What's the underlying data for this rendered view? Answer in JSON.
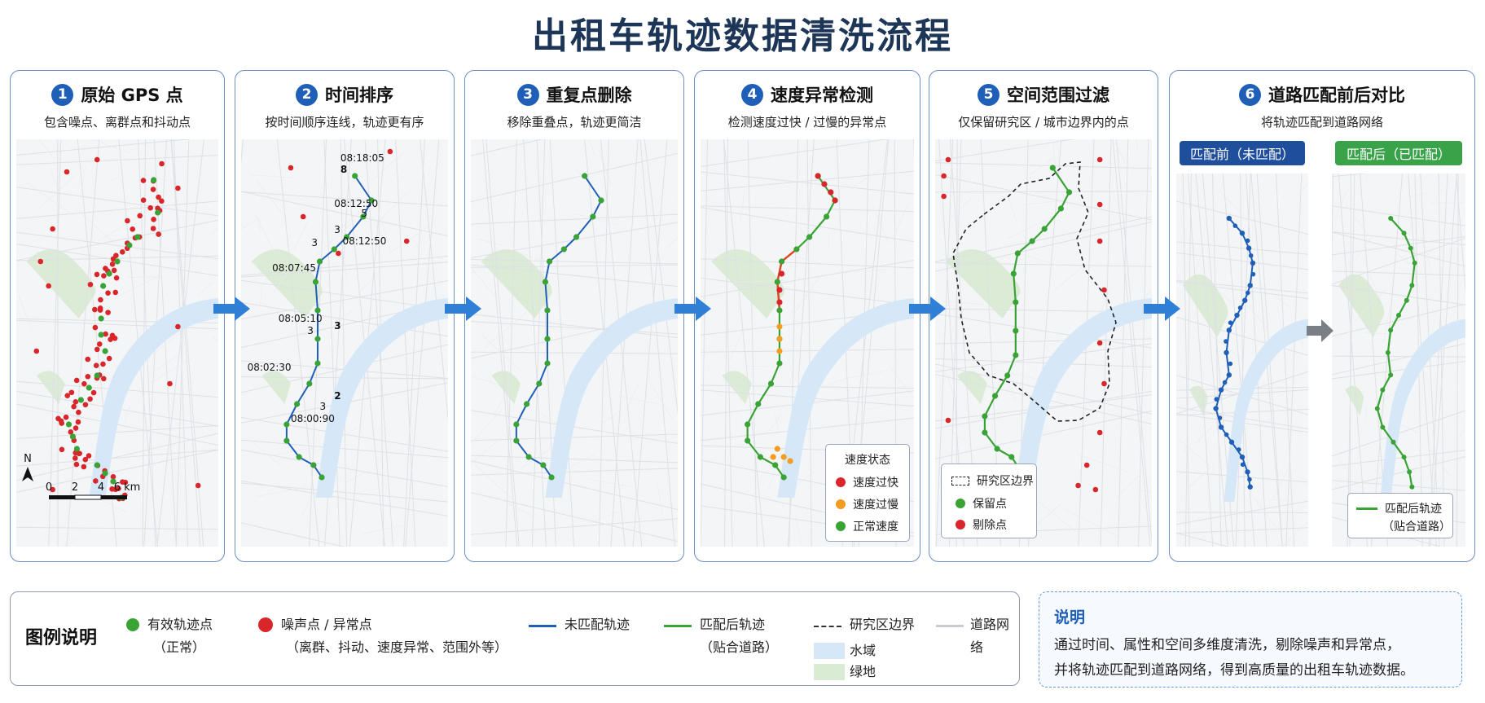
{
  "title": "出租车轨迹数据清洗流程",
  "steps": [
    {
      "num": "1",
      "title": "原始 GPS 点",
      "subtitle": "包含噪点、离群点和抖动点"
    },
    {
      "num": "2",
      "title": "时间排序",
      "subtitle": "按时间顺序连线，轨迹更有序"
    },
    {
      "num": "3",
      "title": "重复点删除",
      "subtitle": "移除重叠点，轨迹更简洁"
    },
    {
      "num": "4",
      "title": "速度异常检测",
      "subtitle": "检测速度过快 / 过慢的异常点"
    },
    {
      "num": "5",
      "title": "空间范围过滤",
      "subtitle": "仅保留研究区 / 城市边界内的点"
    },
    {
      "num": "6",
      "title": "道路匹配前后对比",
      "subtitle": "将轨迹匹配到道路网络"
    }
  ],
  "panel1": {
    "north": "N",
    "scale_ticks": [
      "0",
      "2",
      "4",
      "6 km"
    ]
  },
  "panel2": {
    "time_labels": [
      "08:18:05",
      "08:12:50",
      "08:12:50",
      "08:07:45",
      "08:05:10",
      "08:02:30",
      "08:00:90"
    ],
    "seq_labels": [
      "8",
      "5",
      "3",
      "3",
      "3",
      "3",
      "2",
      "3"
    ]
  },
  "panel4": {
    "legend_title": "速度状态",
    "legend": [
      "速度过快",
      "速度过慢",
      "正常速度"
    ]
  },
  "panel5": {
    "legend": [
      "研究区边界",
      "保留点",
      "剔除点"
    ]
  },
  "panel6": {
    "before_tag": "匹配前（未匹配）",
    "after_tag": "匹配后（已匹配）",
    "legend_line1": "匹配后轨迹",
    "legend_line2": "（贴合道路）"
  },
  "bottom_legend": {
    "title": "图例说明",
    "valid_point": "有效轨迹点",
    "valid_point_sub": "（正常）",
    "noise_point": "噪声点 / 异常点",
    "noise_point_sub": "（离群、抖动、速度异常、范围外等）",
    "unmatched": "未匹配轨迹",
    "matched": "匹配后轨迹",
    "matched_sub": "（贴合道路）",
    "boundary": "研究区边界",
    "water": "水域",
    "green": "绿地",
    "road": "道路网络"
  },
  "note": {
    "title": "说明",
    "line1": "通过时间、属性和空间多维度清洗，剔除噪声和异常点，",
    "line2": "并将轨迹匹配到道路网络，得到高质量的出租车轨迹数据。"
  },
  "colors": {
    "valid": "#3aa335",
    "noise": "#d9262b",
    "slow": "#f39c1f",
    "unmatched": "#1f5fb8",
    "matched": "#3aa335",
    "step_badge": "#1f5fb8",
    "before_tag": "#1f4e9c",
    "after_tag": "#3aa34a",
    "water": "#d6e8f7",
    "green_space": "#d9ebd3"
  }
}
